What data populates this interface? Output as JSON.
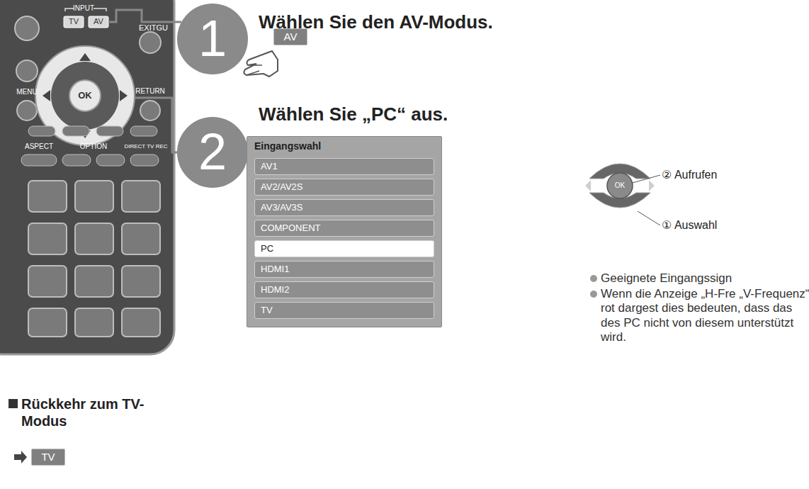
{
  "diagram": {
    "nodes": [
      {
        "text": [
          "1"
        ]
      },
      {
        "text": [
          "AV"
        ]
      },
      {
        "text": [
          "2"
        ]
      },
      {
        "text": [
          "Eingangswahl"
        ]
      },
      {
        "text": [
          "AV1"
        ],
        "in": 3
      },
      {
        "text": [
          "AV2/AV2S"
        ],
        "in": 3
      },
      {
        "text": [
          "AV3/AV3S"
        ],
        "in": 3
      },
      {
        "text": [
          "COMPONENT"
        ],
        "in": 3
      },
      {
        "text": [
          "PC"
        ],
        "in": 3
      },
      {
        "text": [
          "HDMI1"
        ],
        "in": 3
      },
      {
        "text": [
          "HDMI2"
        ],
        "in": 3
      },
      {
        "text": [
          "TV"
        ],
        "in": 3
      },
      {
        "text": [
          "TV"
        ]
      }
    ],
    "labels": [
      "INPUT",
      "TV",
      "AV",
      "EXITGU",
      "OK",
      "MENU",
      "RETURN",
      "ASPECT",
      "OPTION",
      "DIRECT TV REC",
      "Wählen Sie den AV-Modus.",
      "Wählen Sie „PC“ aus.",
      "OK",
      "② Aufrufen",
      "① Auswahl",
      "Geeignete Eingangssign",
      "Wenn die Anzeige „H-Fre „V-Frequenz“ rot dargest dies bedeuten, dass das des PC nicht von diesem unterstützt wird.",
      "Rückkehr zum TV-Modus"
    ]
  }
}
